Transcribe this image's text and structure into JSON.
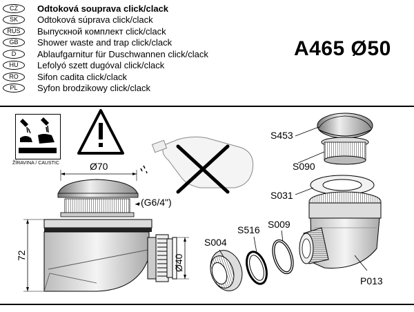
{
  "languages": [
    {
      "code": "CZ",
      "text": "Odtoková souprava click/clack",
      "bold": true
    },
    {
      "code": "SK",
      "text": "Odtoková súprava click/clack"
    },
    {
      "code": "RUS",
      "text": "Выпускной комплект click/clack"
    },
    {
      "code": "GB",
      "text": "Shower waste and trap click/clack"
    },
    {
      "code": "D",
      "text": "Ablaufgarnitur für Duschwannen click/clack"
    },
    {
      "code": "HU",
      "text": "Lefolyó szett dugóval click/clack"
    },
    {
      "code": "RO",
      "text": "Sifon cadita click/clack"
    },
    {
      "code": "PL",
      "text": "Syfon brodzikowy click/clack"
    }
  ],
  "product_code": "A465 Ø50",
  "warning": {
    "caustic_label": "ŽÍRAVINA / CAUSTIC"
  },
  "dimensions": {
    "diameter_top": "Ø70",
    "thread": "(G6/4\")",
    "height": "72",
    "outlet": "Ø40"
  },
  "parts": {
    "s453": "S453",
    "s090": "S090",
    "s031": "S031",
    "s516": "S516",
    "s009": "S009",
    "s004": "S004",
    "p013": "P013"
  }
}
